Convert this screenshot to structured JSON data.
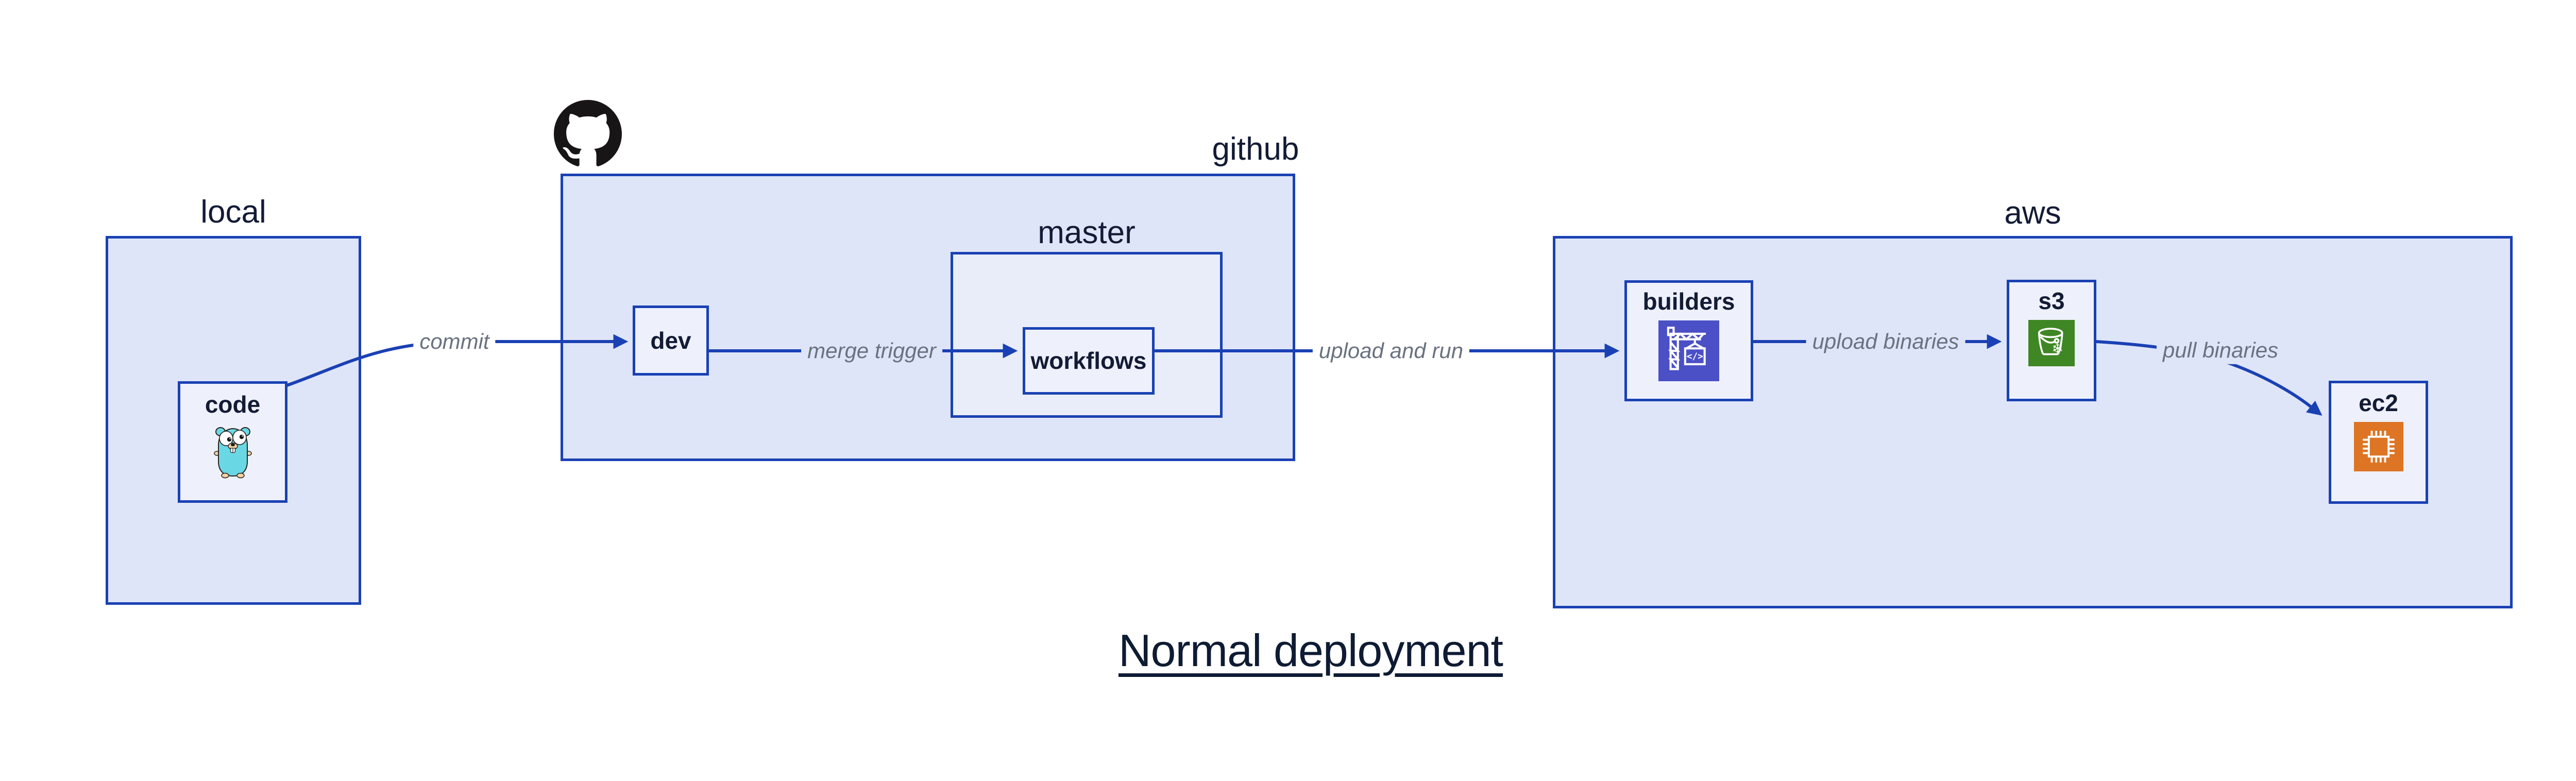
{
  "title": {
    "text": "Normal deployment"
  },
  "groups": {
    "local": {
      "label": "local"
    },
    "github": {
      "label": "github"
    },
    "master": {
      "label": "master"
    },
    "aws": {
      "label": "aws"
    }
  },
  "nodes": {
    "code": {
      "label": "code"
    },
    "dev": {
      "label": "dev"
    },
    "workflows": {
      "label": "workflows"
    },
    "builders": {
      "label": "builders"
    },
    "s3": {
      "label": "s3"
    },
    "ec2": {
      "label": "ec2"
    }
  },
  "edges": {
    "commit": {
      "label": "commit"
    },
    "merge_trigger": {
      "label": "merge trigger"
    },
    "upload_and_run": {
      "label": "upload and run"
    },
    "upload_binaries": {
      "label": "upload binaries"
    },
    "pull_binaries": {
      "label": "pull binaries"
    }
  },
  "icons": {
    "github_logo": "github-octocat-icon",
    "code": "go-gopher-icon",
    "builders": "aws-codebuild-crane-icon",
    "s3": "aws-s3-glacier-bucket-icon",
    "ec2": "aws-ec2-chip-icon",
    "code_brackets_glyph": "</>",
    "snowflake_glyph": "❄"
  },
  "colors": {
    "border_blue": "#1a41b4",
    "group_fill": "#dfe5f8",
    "master_fill": "#e9edfa",
    "node_fill": "#eef1fc",
    "label_navy": "#131b35",
    "edge_label_gray": "#6a7280",
    "codebuild_purple": "#4b50c6",
    "s3_green": "#3f8624",
    "ec2_orange": "#dd7524",
    "gopher_teal": "#6ad7e5",
    "gopher_skin": "#f6d2a2",
    "octocat_black": "#171515"
  }
}
